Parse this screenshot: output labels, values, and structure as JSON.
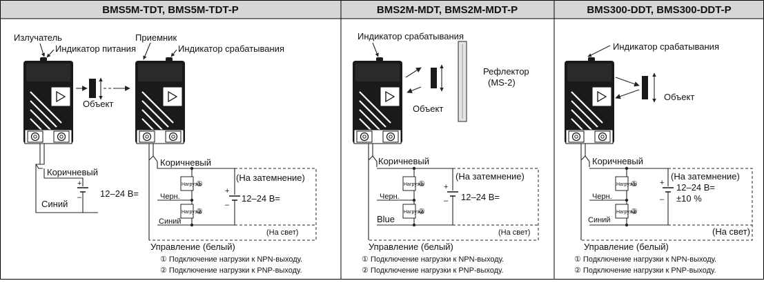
{
  "panels": [
    {
      "title": "BMS5M-TDT, BMS5M-TDT-P",
      "emitter_label": "Излучатель",
      "power_indicator_label": "Индикатор питания",
      "receiver_label": "Приемник",
      "operation_indicator_label": "Индикатор срабатывания",
      "object_label": "Объект",
      "emitter_wiring": {
        "brown": "Коричневый",
        "blue": "Синий",
        "voltage": "12–24 В="
      },
      "receiver_wiring": {
        "brown": "Коричневый",
        "black": "Черн.",
        "blue": "Синий",
        "load": "Нагрузка",
        "dark_on": "(На затемнение)",
        "voltage": "12–24 В=",
        "light_on": "(На свет)",
        "control": "Управление (белый)"
      },
      "notes": [
        "① Подключение нагрузки к NPN-выходу.",
        "② Подключение нагрузки к PNP-выходу."
      ]
    },
    {
      "title": "BMS2M-MDT, BMS2M-MDT-P",
      "operation_indicator_label": "Индикатор срабатывания",
      "reflector_label": "Рефлектор",
      "reflector_model": "(MS-2)",
      "object_label": "Объект",
      "wiring": {
        "brown": "Коричневый",
        "black": "Черн.",
        "blue": "Blue",
        "load": "Нагрузка",
        "dark_on": "(На затемнение)",
        "voltage": "12–24 В=",
        "light_on": "(На свет)",
        "control": "Управление (белый)"
      },
      "notes": [
        "① Подключение нагрузки к NPN-выходу.",
        "② Подключение нагрузки к PNP-выходу."
      ]
    },
    {
      "title": "BMS300-DDT, BMS300-DDT-P",
      "operation_indicator_label": "Индикатор срабатывания",
      "object_label": "Объект",
      "wiring": {
        "brown": "Коричневый",
        "black": "Черн.",
        "blue": "Синий",
        "load": "Нагрузка",
        "dark_on": "(На затемнение)",
        "voltage": "12–24 В=",
        "tolerance": "±10 %",
        "light_on": "(На свет)",
        "control": "Управление (белый)"
      },
      "notes": [
        "① Подключение нагрузки к NPN-выходу.",
        "② Подключение нагрузки к PNP-выходу."
      ]
    }
  ],
  "colors": {
    "header_bg": "#d6d6d6",
    "sensor": "#1a1a1a",
    "line": "#222222"
  }
}
